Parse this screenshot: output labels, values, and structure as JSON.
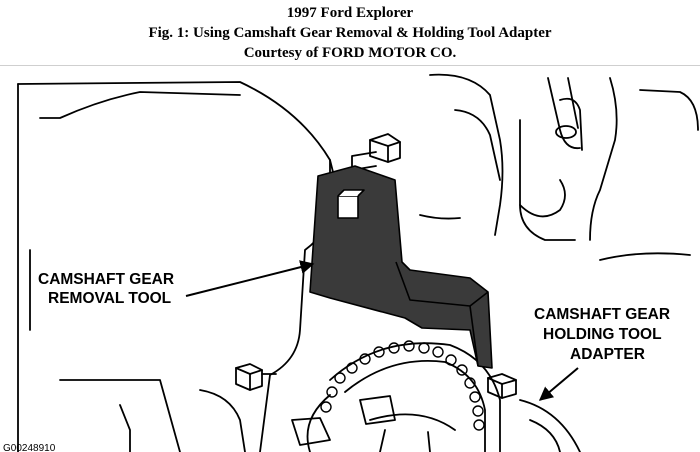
{
  "caption": {
    "line1": "1997 Ford Explorer",
    "line2": "Fig. 1: Using Camshaft Gear Removal & Holding Tool Adapter",
    "line3": "Courtesy of FORD MOTOR CO."
  },
  "labels": {
    "removal_tool_line1": "CAMSHAFT GEAR",
    "removal_tool_line2": "REMOVAL TOOL",
    "holding_adapter_line1": "CAMSHAFT GEAR",
    "holding_adapter_line2": "HOLDING TOOL",
    "holding_adapter_line3": "ADAPTER"
  },
  "figure_id": "G00248910",
  "colors": {
    "ink": "#000000",
    "tool_fill": "#3a3a3a",
    "background": "#ffffff"
  }
}
